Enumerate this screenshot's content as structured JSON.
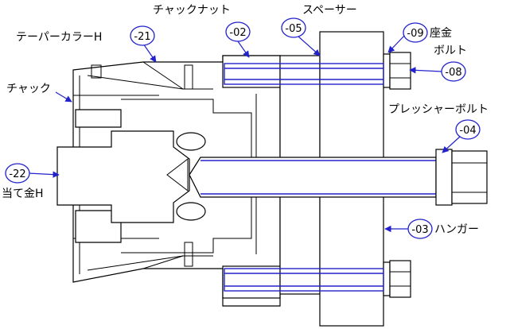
{
  "colors": {
    "accent": "#2222cc",
    "line": "#000000",
    "background": "#ffffff"
  },
  "callouts": [
    {
      "id": "c21",
      "number": "-21",
      "label": "テーパーカラーH"
    },
    {
      "id": "c02",
      "number": "-02",
      "label": "チャックナット"
    },
    {
      "id": "c05",
      "number": "-05",
      "label": "スペーサー"
    },
    {
      "id": "c09",
      "number": "-09",
      "label": "座金"
    },
    {
      "id": "c08",
      "number": "-08",
      "label": "ボルト"
    },
    {
      "id": "c04",
      "number": "-04",
      "label": "プレッシャーボルト"
    },
    {
      "id": "c22",
      "number": "-22",
      "label": "当て金H"
    },
    {
      "id": "c03",
      "number": "-03",
      "label": "ハンガー"
    }
  ],
  "chuck_label": "チャック"
}
